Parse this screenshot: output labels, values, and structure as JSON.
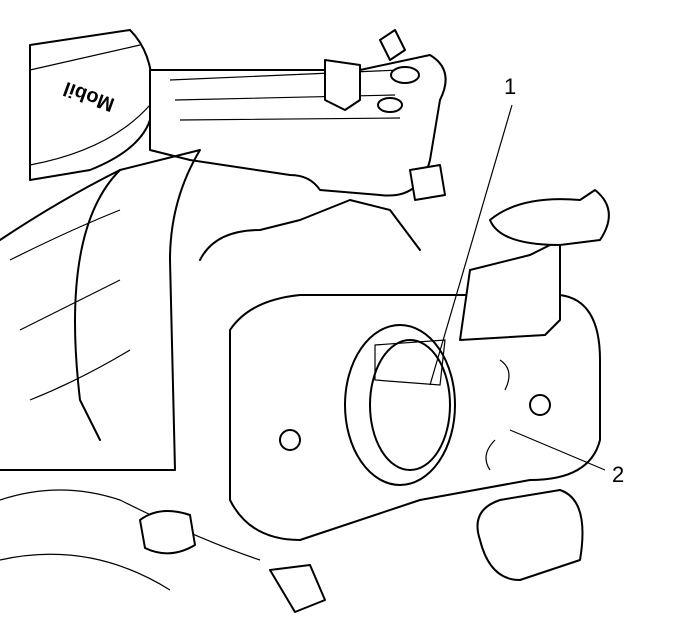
{
  "figure": {
    "callouts": [
      {
        "label": "1"
      },
      {
        "label": "2"
      }
    ],
    "logo_text": "Mobil"
  }
}
